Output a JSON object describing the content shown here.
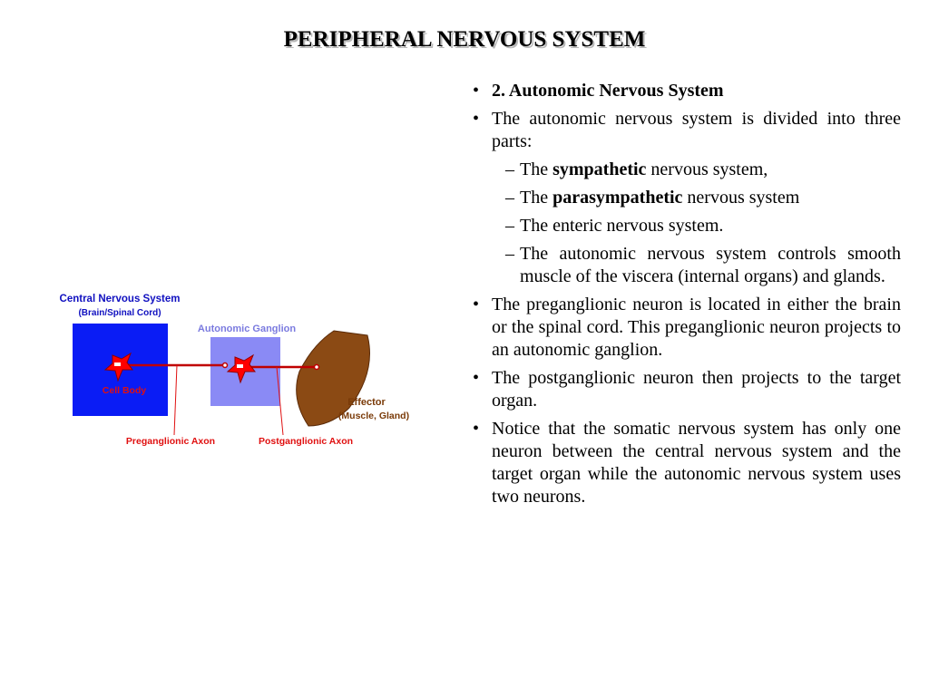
{
  "title": "PERIPHERAL NERVOUS SYSTEM",
  "bullets": [
    {
      "text": "2. Autonomic Nervous System"
    },
    {
      "text": "The autonomic nervous system is divided into three parts:"
    }
  ],
  "sub_items": [
    {
      "prefix": "The ",
      "bold": "sympathetic",
      "suffix": " nervous system,"
    },
    {
      "prefix": "The ",
      "bold": "parasympathetic",
      "suffix": " nervous system"
    },
    {
      "text": "The enteric nervous system."
    },
    {
      "text": "The autonomic nervous system controls smooth muscle of the viscera (internal organs) and glands."
    }
  ],
  "bullets_after": [
    {
      "text": "The preganglionic neuron is located in either the brain or the spinal cord. This preganglionic neuron projects to an autonomic ganglion."
    },
    {
      "text": "The postganglionic neuron then projects to the target organ."
    },
    {
      "text": "Notice that the somatic nervous system has only one neuron between the central nervous system and the target organ while the autonomic nervous system uses two neurons."
    }
  ],
  "bullet_char": "•",
  "dash_char": "–",
  "diagram": {
    "cns_label": "Central Nervous System",
    "cns_sub": "(Brain/Spinal Cord)",
    "ganglion_label": "Autonomic Ganglion",
    "cell_body_label": "Cell Body",
    "effector_label": "Effector",
    "effector_sub": "(Muscle, Gland)",
    "pre_axon_label": "Preganglionic Axon",
    "post_axon_label": "Postganglionic Axon",
    "colors": {
      "cns": "#0a1cf5",
      "ganglion": "#8a8af5",
      "neuron": "#ff0000",
      "effector": "#8b4a14",
      "label_blue": "#1010c0",
      "label_lightblue": "#7a7adf",
      "label_red": "#e01010",
      "label_brown": "#7a3a08"
    }
  }
}
